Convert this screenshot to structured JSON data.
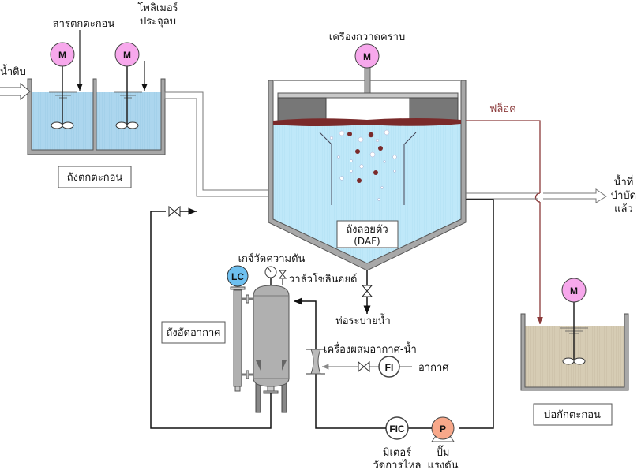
{
  "labels": {
    "raw_water": "น้ำดิบ",
    "coagulant": "สารตกตะกอน",
    "polymer_line1": "โพลิเมอร์",
    "polymer_line2": "ประจุลบ",
    "coagulation_tank": "ถังตกตะกอน",
    "scraper": "เครื่องกวาดคราบ",
    "floc": "ฟล็อค",
    "treated_water_line1": "น้ำที่",
    "treated_water_line2": "บำบัด",
    "treated_water_line3": "แล้ว",
    "daf_tank_line1": "ถังลอยตัว",
    "daf_tank_line2": "(DAF)",
    "pressure_gauge": "เกจ์วัดความดัน",
    "solenoid_valve": "วาล์วโซลินอยด์",
    "drain": "ท่อระบายน้ำ",
    "pressure_tank": "ถังอัดอากาศ",
    "air_water_mixer": "เครื่องผสมอากาศ-น้ำ",
    "air": "อากาศ",
    "flow_meter_line1": "มิเตอร์",
    "flow_meter_line2": "วัดการไหล",
    "pump_line1": "ปั๊ม",
    "pump_line2": "แรงดัน",
    "sludge_pit": "บ่อกักตะกอน"
  },
  "instruments": {
    "motor": "M",
    "level_controller": "LC",
    "flow_indicator": "FI",
    "flow_indicator_controller": "FIC",
    "pump": "P"
  },
  "colors": {
    "water": "#b8e6f8",
    "mix_water": "#a9d4ec",
    "sludge_water": "#d2c8b0",
    "floc": "#7a2a2a",
    "floc_line": "#8b3a3a",
    "motor": "#f7a8ec",
    "pump": "#f8a88a",
    "lc": "#6ec0f0"
  }
}
